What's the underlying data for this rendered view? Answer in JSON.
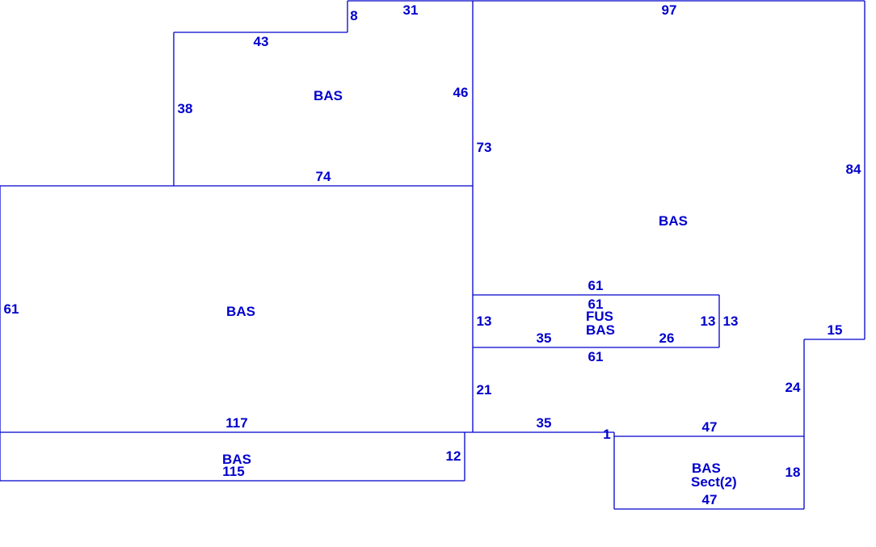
{
  "sketch": {
    "areas": [
      {
        "id": "bas-top",
        "labels": [
          "BAS"
        ]
      },
      {
        "id": "bas-right",
        "labels": [
          "BAS"
        ]
      },
      {
        "id": "bas-left",
        "labels": [
          "BAS"
        ]
      },
      {
        "id": "fus-bas",
        "labels": [
          "FUS",
          "BAS"
        ]
      },
      {
        "id": "bas-bottom",
        "labels": [
          "BAS"
        ]
      },
      {
        "id": "bas-sect2",
        "labels": [
          "BAS",
          "Sect(2)"
        ]
      }
    ],
    "dimensions": [
      {
        "id": "d-8",
        "value": "8"
      },
      {
        "id": "d-31",
        "value": "31"
      },
      {
        "id": "d-97",
        "value": "97"
      },
      {
        "id": "d-43",
        "value": "43"
      },
      {
        "id": "d-38",
        "value": "38"
      },
      {
        "id": "d-46",
        "value": "46"
      },
      {
        "id": "d-73",
        "value": "73"
      },
      {
        "id": "d-84",
        "value": "84"
      },
      {
        "id": "d-74",
        "value": "74"
      },
      {
        "id": "d-61-left",
        "value": "61"
      },
      {
        "id": "d-61-top",
        "value": "61"
      },
      {
        "id": "d-61-inner",
        "value": "61"
      },
      {
        "id": "d-13-left",
        "value": "13"
      },
      {
        "id": "d-13-inner",
        "value": "13"
      },
      {
        "id": "d-13-outer",
        "value": "13"
      },
      {
        "id": "d-35-inner",
        "value": "35"
      },
      {
        "id": "d-26",
        "value": "26"
      },
      {
        "id": "d-61-bottom",
        "value": "61"
      },
      {
        "id": "d-15",
        "value": "15"
      },
      {
        "id": "d-21",
        "value": "21"
      },
      {
        "id": "d-24",
        "value": "24"
      },
      {
        "id": "d-117",
        "value": "117"
      },
      {
        "id": "d-35-lower",
        "value": "35"
      },
      {
        "id": "d-1",
        "value": "1"
      },
      {
        "id": "d-47-top",
        "value": "47"
      },
      {
        "id": "d-12",
        "value": "12"
      },
      {
        "id": "d-115",
        "value": "115"
      },
      {
        "id": "d-18",
        "value": "18"
      },
      {
        "id": "d-47-bottom",
        "value": "47"
      }
    ]
  }
}
